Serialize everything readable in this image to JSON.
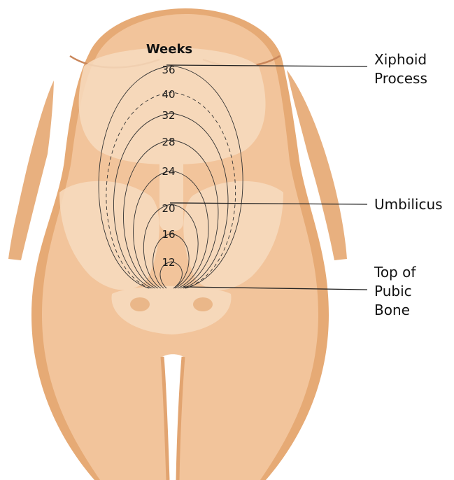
{
  "diagram": {
    "header": "Weeks",
    "weeks": [
      "36",
      "40",
      "32",
      "28",
      "24",
      "20",
      "16",
      "12"
    ],
    "labels": {
      "xiphoid": [
        "Xiphoid",
        "Process"
      ],
      "umbilicus": [
        "Umbilicus"
      ],
      "pubic": [
        "Top of",
        "Pubic",
        "Bone"
      ]
    },
    "colors": {
      "skin": "#f2c49b",
      "skin_dark": "#e2a470",
      "bone": "#f7dcc0",
      "ink": "#222222"
    }
  }
}
